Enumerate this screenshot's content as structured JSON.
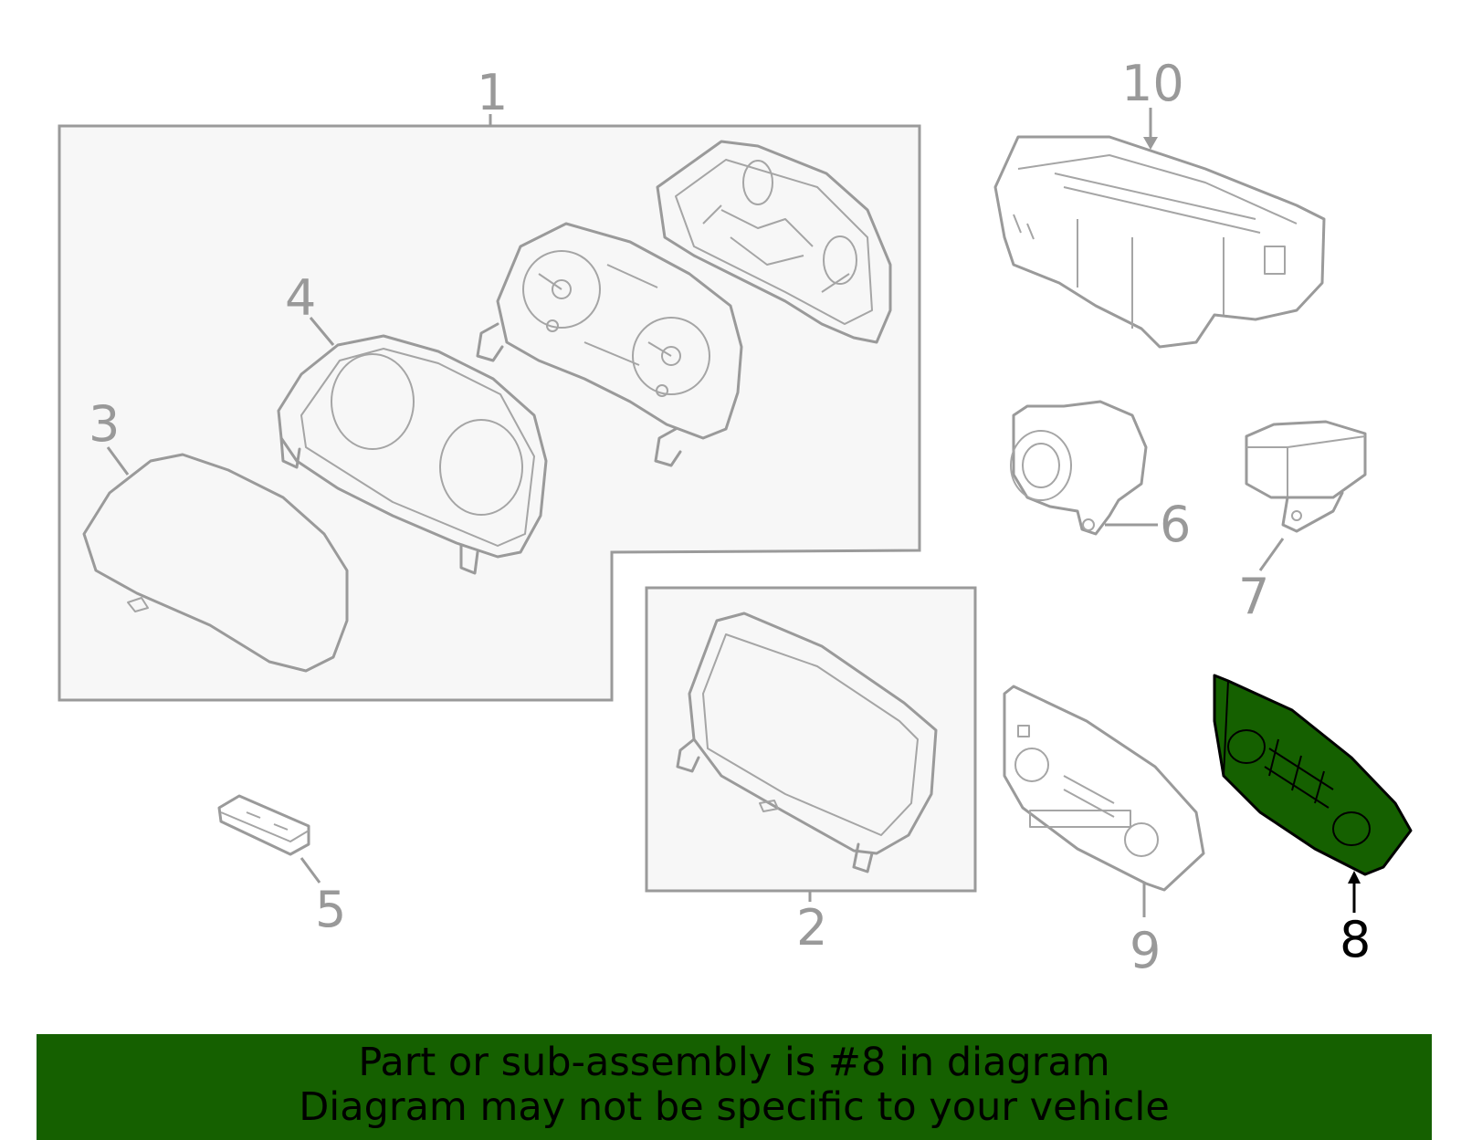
{
  "labels": {
    "p1": "1",
    "p2": "2",
    "p3": "3",
    "p4": "4",
    "p5": "5",
    "p6": "6",
    "p7": "7",
    "p8": "8",
    "p9": "9",
    "p10": "10"
  },
  "highlight": {
    "part": "8",
    "color": "#156000"
  },
  "banner": {
    "line1": "Part or sub-assembly is #8 in diagram",
    "line2": "Diagram may not be specific to your vehicle",
    "background": "#156000"
  }
}
